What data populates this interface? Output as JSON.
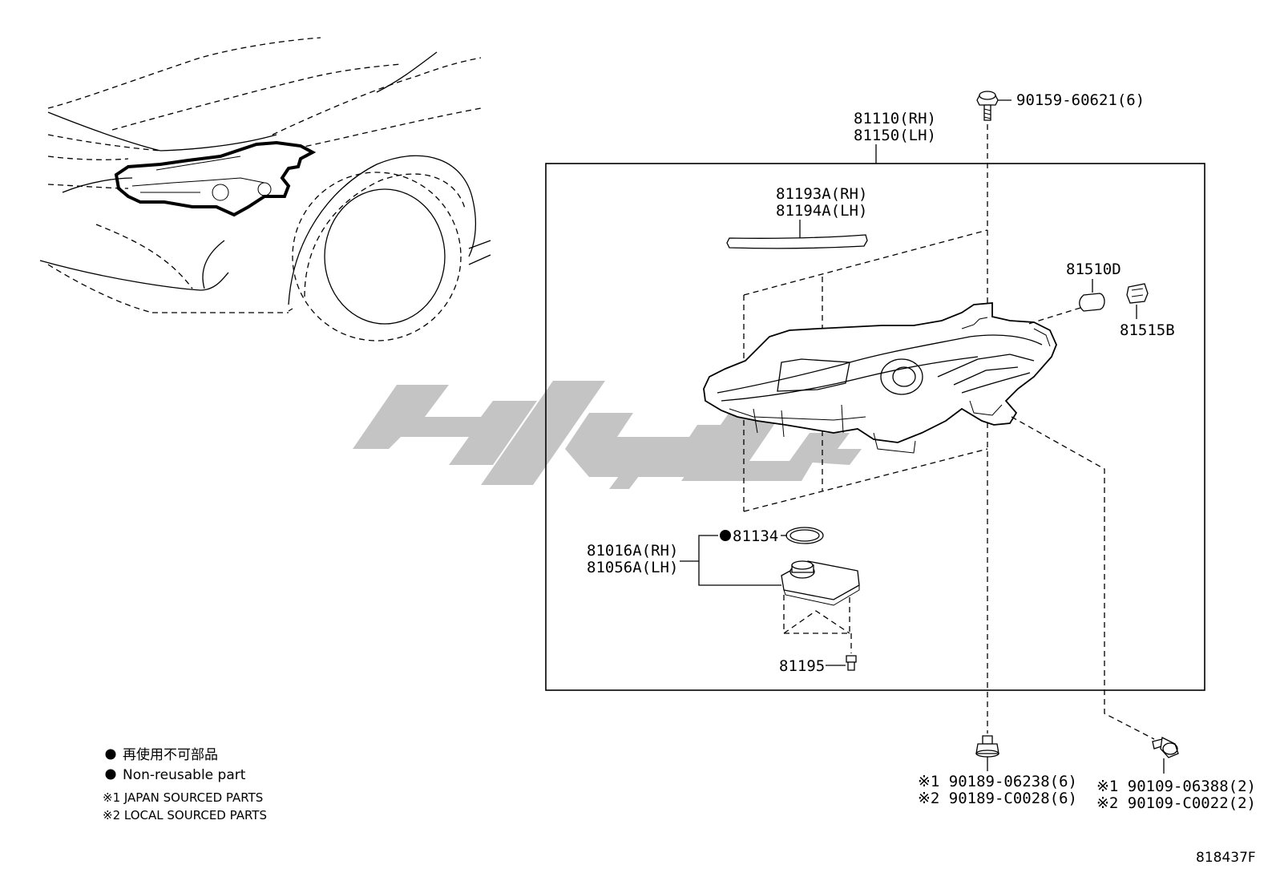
{
  "labels": {
    "assembly_rh": "81110(RH)",
    "assembly_lh": "81150(LH)",
    "bolt_top": "90159-60621(6)",
    "cover_rh": "81193A(RH)",
    "cover_lh": "81194A(LH)",
    "bulb": "81510D",
    "socket": "81515B",
    "ballast_rh": "81016A(RH)",
    "ballast_lh": "81056A(LH)",
    "gasket": "81134",
    "screw": "81195",
    "nut_a1": "※1 90189-06238(6)",
    "nut_a2": "※2 90189-C0028(6)",
    "bolt_b1": "※1 90109-06388(2)",
    "bolt_b2": "※2 90109-C0022(2)"
  },
  "legend": {
    "non_reusable_jp": "再使用不可部品",
    "non_reusable_en": "Non-reusable part",
    "japan_sourced": "※1 JAPAN SOURCED PARTS",
    "local_sourced": "※2 LOCAL SOURCED PARTS"
  },
  "diagram_code": "818437F",
  "watermark_color": "#c4c4c4"
}
